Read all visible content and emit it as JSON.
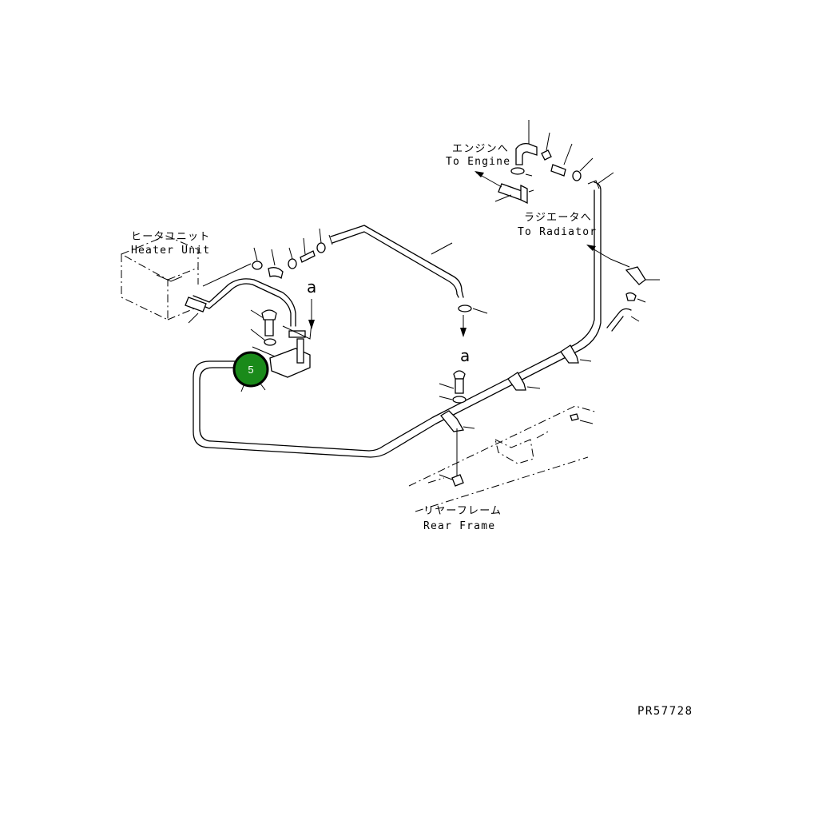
{
  "labels": {
    "engine_jp": "エンジンへ",
    "engine_en": "To Engine",
    "radiator_jp": "ラジエータへ",
    "radiator_en": "To Radiator",
    "heater_jp": "ヒータユニット",
    "heater_en": "Heater Unit",
    "frame_jp": "リヤーフレーム",
    "frame_en": "Rear Frame",
    "mark_a1": "a",
    "mark_a2": "a"
  },
  "callout": {
    "number": "5",
    "color": "#1a8a1a"
  },
  "drawing_ref": "PR57728"
}
